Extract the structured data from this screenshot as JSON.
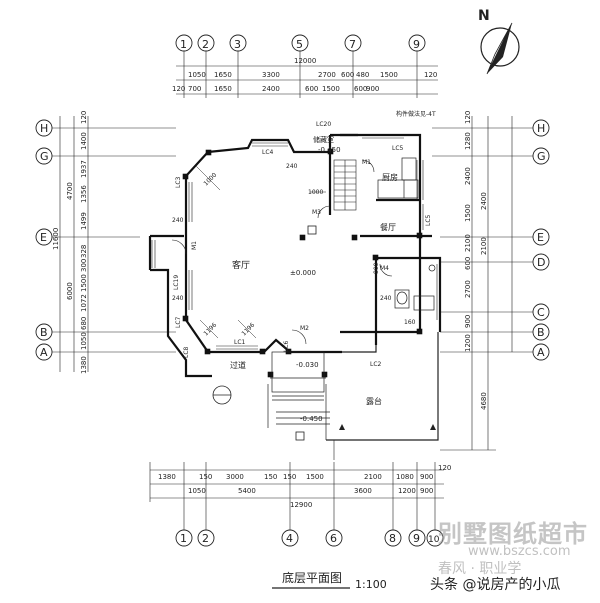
{
  "compass": {
    "north": "N"
  },
  "title": {
    "name": "底层平面图",
    "scale": "1:100"
  },
  "axes": {
    "top": [
      "1",
      "2",
      "3",
      "5",
      "7",
      "9"
    ],
    "bottom": [
      "1",
      "2",
      "4",
      "6",
      "8",
      "9",
      "10"
    ],
    "left": [
      "H",
      "G",
      "E",
      "B",
      "A"
    ],
    "right": [
      "H",
      "G",
      "E",
      "D",
      "C",
      "B",
      "A"
    ]
  },
  "dims": {
    "top_total": "12000",
    "top_row1": [
      "1050",
      "1650",
      "3300",
      "2700",
      "600",
      "480",
      "1500",
      "120"
    ],
    "top_row2": [
      "120",
      "700",
      "1650",
      "2400",
      "600",
      "1500",
      "600",
      "900"
    ],
    "left_total": "11600",
    "left_outer": [
      "4700",
      "6000"
    ],
    "left_inner": [
      "120",
      "1400",
      "1937",
      "1356",
      "1499",
      "328",
      "300",
      "1500",
      "1072",
      "680",
      "1050",
      "1380"
    ],
    "right_inner": [
      "120",
      "1280",
      "2400",
      "1500",
      "600",
      "2100",
      "2700",
      "900",
      "1200"
    ],
    "right_outer": [
      "2400",
      "2100",
      "4680"
    ],
    "bottom_row1": [
      "1380",
      "150",
      "3000",
      "150",
      "150",
      "1500",
      "2100",
      "1080",
      "900",
      "120"
    ],
    "bottom_row2": [
      "1050",
      "5400",
      "3600",
      "1200",
      "900"
    ],
    "bottom_total": "12900"
  },
  "rooms": {
    "living": "客厅",
    "dining": "餐厅",
    "kitchen": "厨房",
    "storage": "储藏室",
    "terrace": "露台",
    "corridor": "过道"
  },
  "levels": {
    "storage": "-0.450",
    "main": "±0.000",
    "porch": "-0.030",
    "step": "-0.450"
  },
  "labels": {
    "windows": [
      "LC20",
      "LC5",
      "LC4",
      "LC3",
      "LC19",
      "LC7",
      "LC1",
      "LC6",
      "LC8",
      "LC5",
      "LC2"
    ],
    "doors": [
      "M1",
      "M3",
      "M2",
      "M1",
      "M4"
    ],
    "note": "构件做法见-4T",
    "sizes": [
      "1000",
      "1000",
      "1196",
      "1196",
      "160",
      "800",
      "240",
      "240",
      "240",
      "240"
    ]
  },
  "watermark": {
    "line1": "别墅图纸超市",
    "line2": "www.bszcs.com",
    "line3": "春风 · 职业学"
  },
  "credit": "头条 @说房产的小瓜",
  "colors": {
    "ink": "#222222"
  }
}
